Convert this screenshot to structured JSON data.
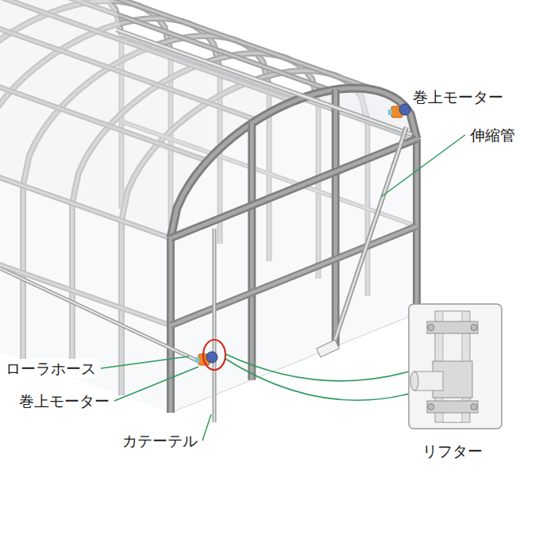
{
  "diagram": {
    "labels": [
      "巻上モーター",
      "伸縮管",
      "ローラホース",
      "巻上モーター",
      "カテーテル",
      "リフター"
    ]
  }
}
